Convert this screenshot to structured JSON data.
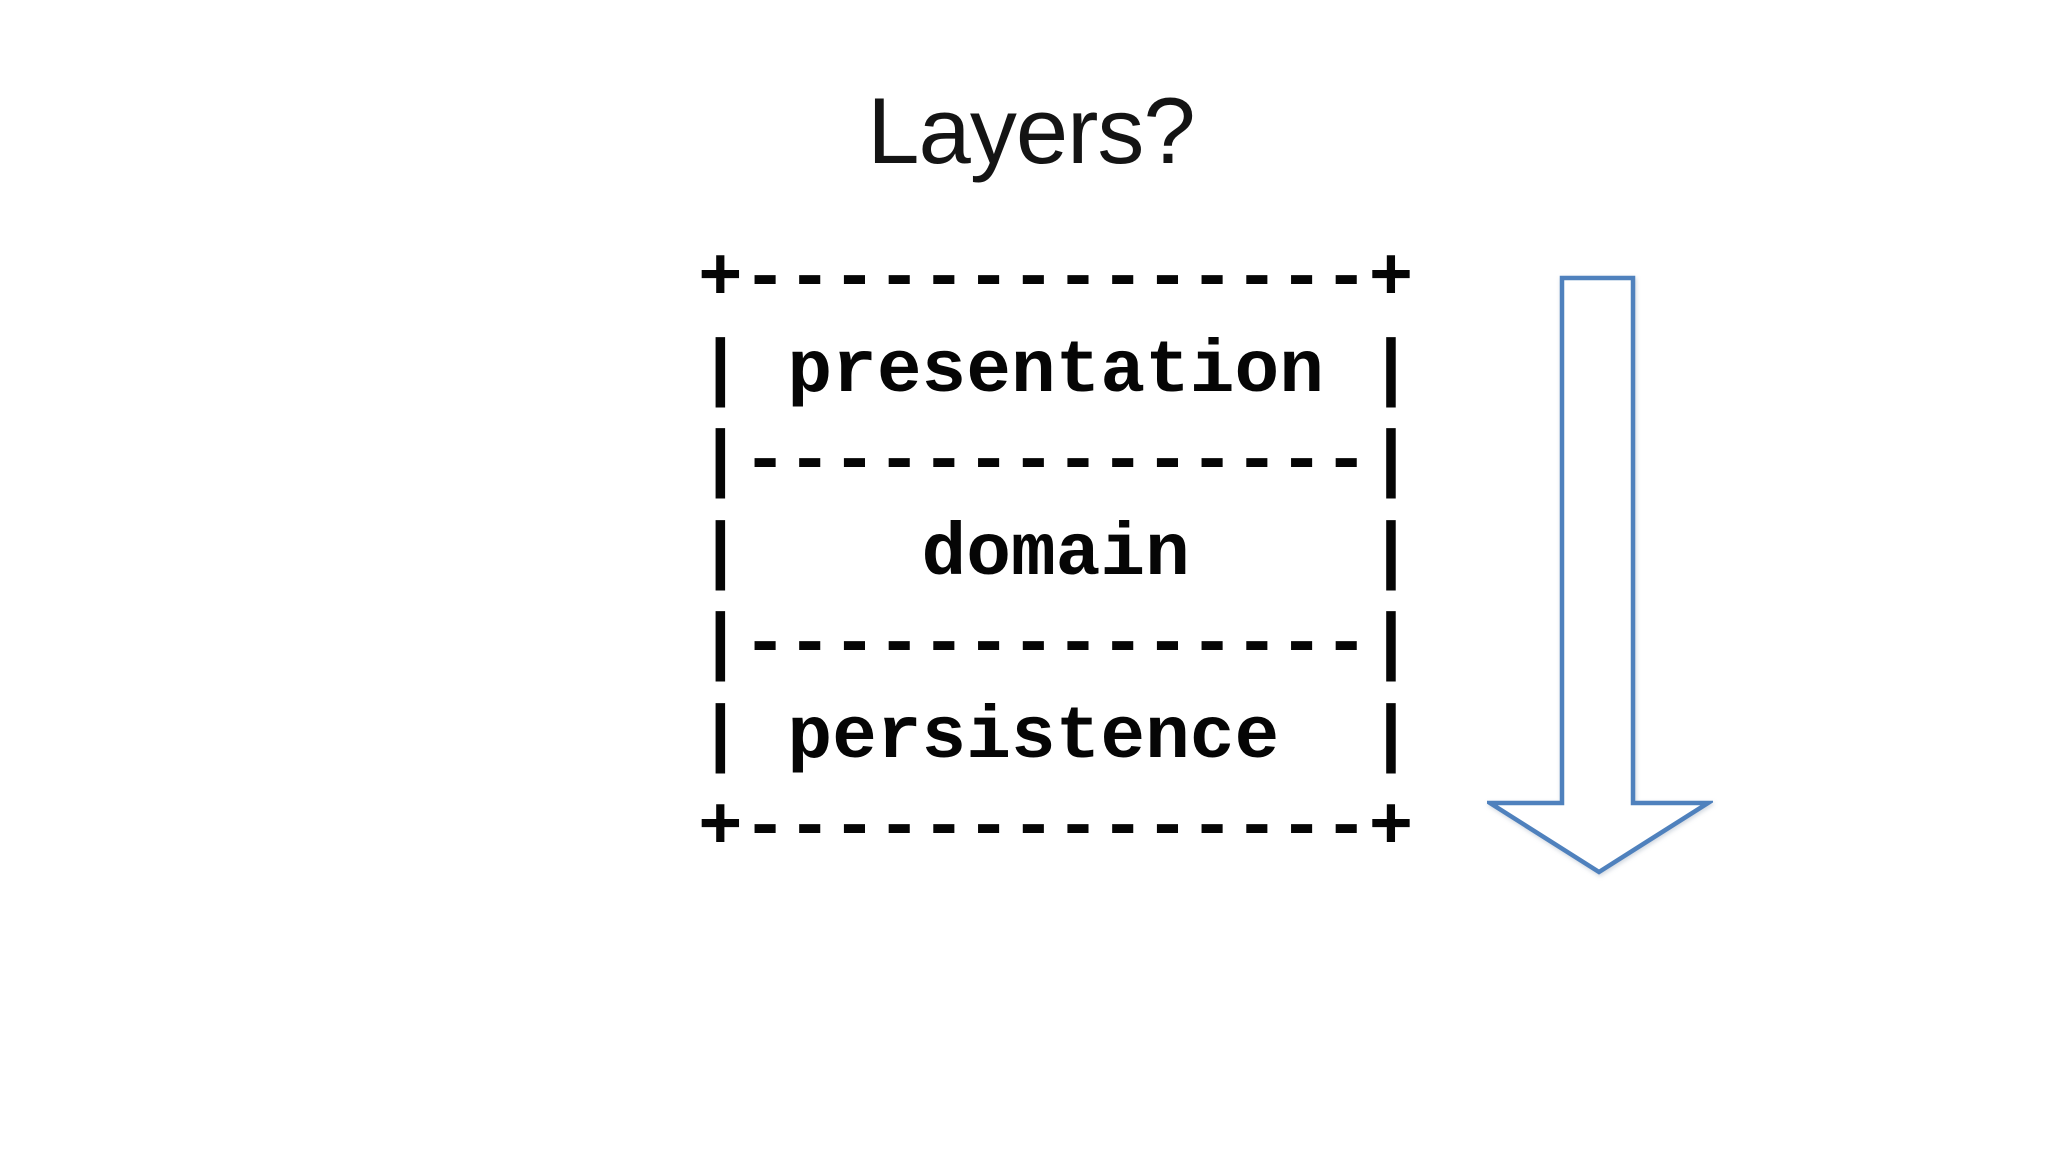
{
  "slide": {
    "title": "Layers?"
  },
  "diagram": {
    "ascii_lines": [
      "+--------------+",
      "| presentation |",
      "|--------------|",
      "|    domain    |",
      "|--------------|",
      "| persistence  |",
      "+--------------+"
    ],
    "layers": [
      "presentation",
      "domain",
      "persistence"
    ]
  },
  "arrow": {
    "direction": "down",
    "stroke_color": "#4f81bd",
    "fill_color": "#ffffff"
  },
  "colors": {
    "background": "#ffffff",
    "text": "#050505"
  }
}
